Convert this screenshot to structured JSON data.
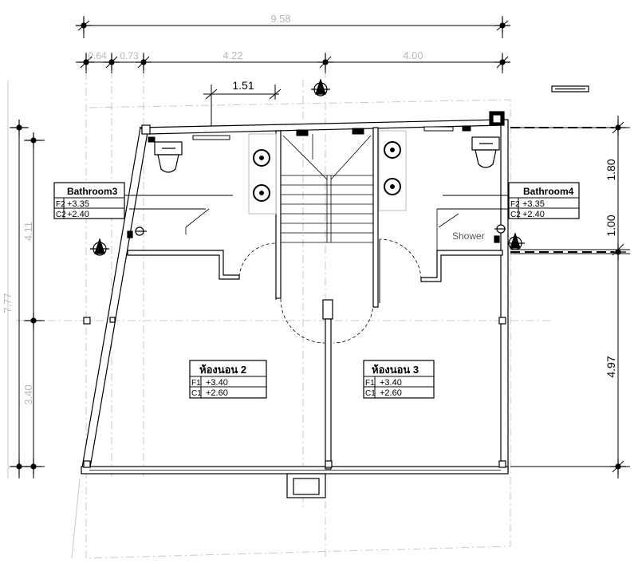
{
  "dimensions": {
    "top_total": "9.58",
    "top_small_left": "0.64",
    "top_small_right": "0.73",
    "top_mid": "4.22",
    "top_right": "4.00",
    "stair_offset": "1.51",
    "right_top": "1.80",
    "right_mid": "1.00",
    "right_bottom": "4.97",
    "left_upper": "4.11",
    "left_total": "7.77",
    "left_lower": "3.40"
  },
  "rooms": [
    {
      "name": "Bathroom3",
      "line1_key": "F2",
      "line1_val": "+3.35",
      "line2_key": "C2",
      "line2_val": "+2.40"
    },
    {
      "name": "Bathroom4",
      "line1_key": "F2",
      "line1_val": "+3.35",
      "line2_key": "C2",
      "line2_val": "+2.40"
    },
    {
      "name": "ห้องนอน 2",
      "line1_key": "F1",
      "line1_val": "+3.40",
      "line2_key": "C1",
      "line2_val": "+2.60"
    },
    {
      "name": "ห้องนอน 3",
      "line1_key": "F1",
      "line1_val": "+3.40",
      "line2_key": "C1",
      "line2_val": "+2.60"
    }
  ],
  "labels": {
    "shower": "Shower"
  }
}
